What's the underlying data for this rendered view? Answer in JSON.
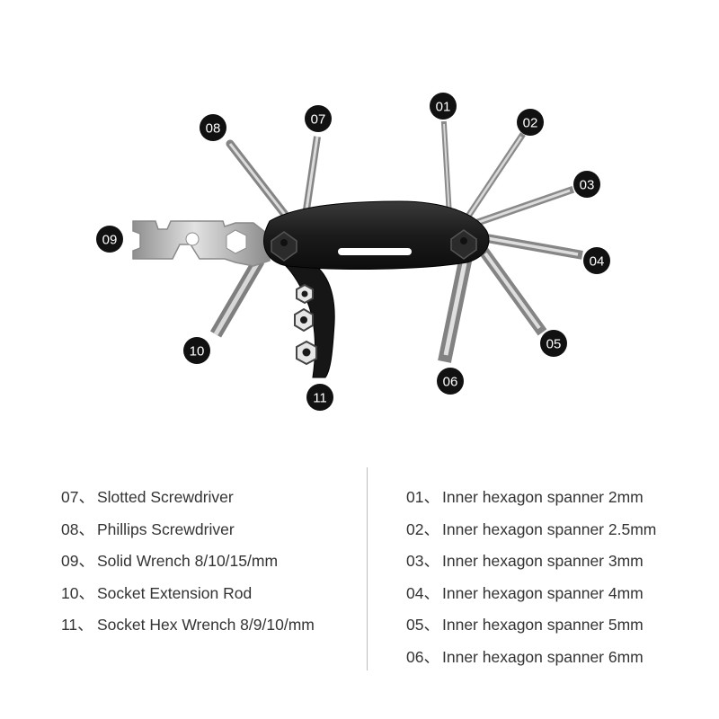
{
  "callouts": {
    "c01": "01",
    "c02": "02",
    "c03": "03",
    "c04": "04",
    "c05": "05",
    "c06": "06",
    "c07": "07",
    "c08": "08",
    "c09": "09",
    "c10": "10",
    "c11": "11"
  },
  "legend": {
    "left": [
      {
        "num": "07、",
        "label": "Slotted Screwdriver"
      },
      {
        "num": "08、",
        "label": "Phillips Screwdriver"
      },
      {
        "num": "09、",
        "label": "Solid Wrench 8/10/15/mm"
      },
      {
        "num": "10、",
        "label": "Socket Extension Rod"
      },
      {
        "num": "11、",
        "label": "Socket Hex Wrench 8/9/10/mm"
      }
    ],
    "right": [
      {
        "num": "01、",
        "label": "Inner hexagon spanner 2mm"
      },
      {
        "num": "02、",
        "label": "Inner hexagon spanner 2.5mm"
      },
      {
        "num": "03、",
        "label": "Inner hexagon spanner 3mm"
      },
      {
        "num": "04、",
        "label": "Inner hexagon spanner 4mm"
      },
      {
        "num": "05、",
        "label": "Inner hexagon spanner 5mm"
      },
      {
        "num": "06、",
        "label": "Inner hexagon spanner 6mm"
      }
    ]
  },
  "colors": {
    "tool_steel": "#b9b9b9",
    "tool_edge": "#7d7d7d",
    "body": "#1f1f1f",
    "badge": "#111111",
    "badge_text": "#ffffff"
  }
}
